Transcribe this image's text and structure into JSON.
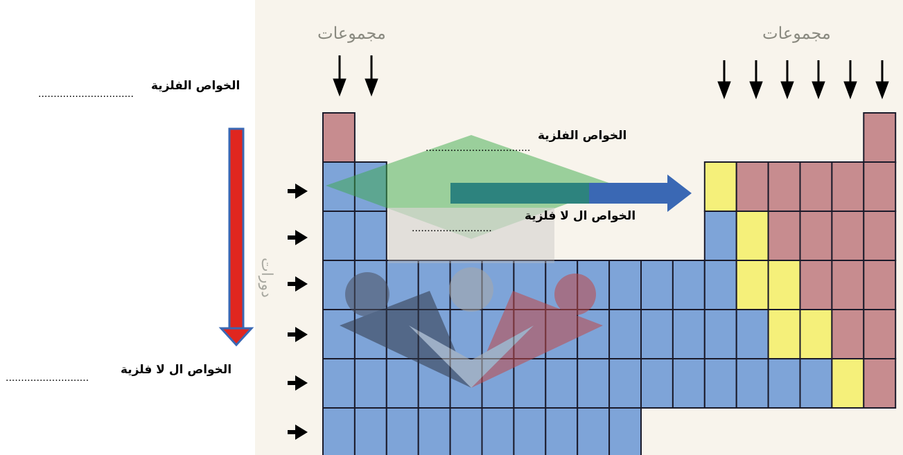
{
  "diagram": {
    "groups_label_left": "مجموعات",
    "groups_label_right": "مجموعات",
    "periods_label": "دورات",
    "left_top_label": "الخواص   الفلزية",
    "left_top_dots": "...............................",
    "left_bottom_label": "الخواص ال لا  فلزية",
    "left_bottom_dots": "...........................",
    "center_top_label": "الخواص    الفلزية",
    "center_top_dots": "..................................",
    "center_bottom_label": "الخواص ال لا  فلزية",
    "center_bottom_dots": "..........................",
    "colors": {
      "metal": "#7ea4d8",
      "metalloid": "#f5f07a",
      "nonmetal": "#c78c8f",
      "grid": "#1a1a2a",
      "vertical_arrow": "#e0261f",
      "horizontal_arrow": "#3a68b4",
      "background": "#f8f4ec"
    }
  }
}
